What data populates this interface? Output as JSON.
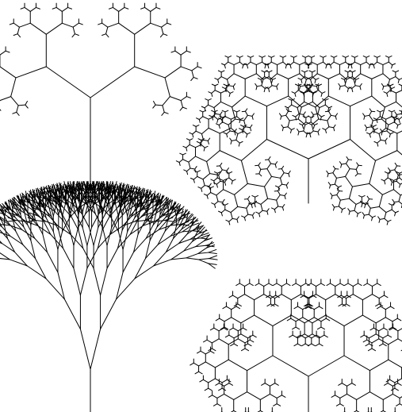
{
  "figure": {
    "background": "#ffffff",
    "stroke": "#000000",
    "panels": [
      {
        "id": "tree-top-left",
        "shape": "binary branching tree",
        "depth": 6,
        "split_angle_deg": 55,
        "ratio": 0.6
      },
      {
        "id": "tree-top-right",
        "shape": "dense recursive branching tree",
        "depth": 9,
        "split_angle_deg": 65,
        "ratio": 0.72
      },
      {
        "id": "tree-bottom-left",
        "shape": "narrow fan-shaped branching tree",
        "depth": 9,
        "split_angle_deg": 14,
        "ratio": 0.82
      },
      {
        "id": "tree-bottom-right",
        "shape": "square-crowned branching tree",
        "depth": 8,
        "split_angle_deg": 60,
        "ratio": 0.72
      }
    ]
  }
}
